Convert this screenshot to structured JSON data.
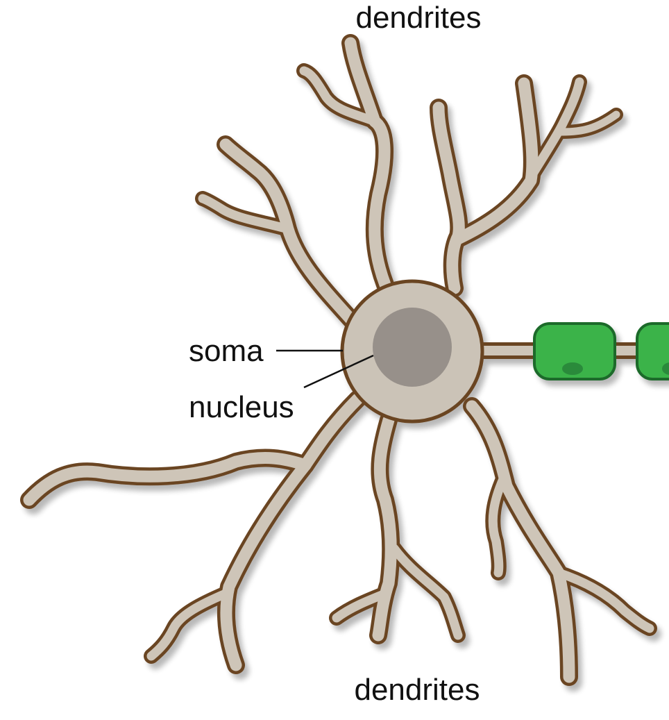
{
  "labels": {
    "top": "dendrites",
    "bottom": "dendrites",
    "soma": "soma",
    "nucleus": "nucleus"
  },
  "colors": {
    "outline": "#6a4522",
    "dendrite_fill": "#cec5b8",
    "soma_fill": "#cbc3b7",
    "nucleus_fill": "#97908a",
    "myelin_fill": "#3bb34a",
    "myelin_outline": "#1f6b2b",
    "myelin_spot": "#2a8a3a",
    "leader_line": "#111111",
    "text": "#111111"
  }
}
